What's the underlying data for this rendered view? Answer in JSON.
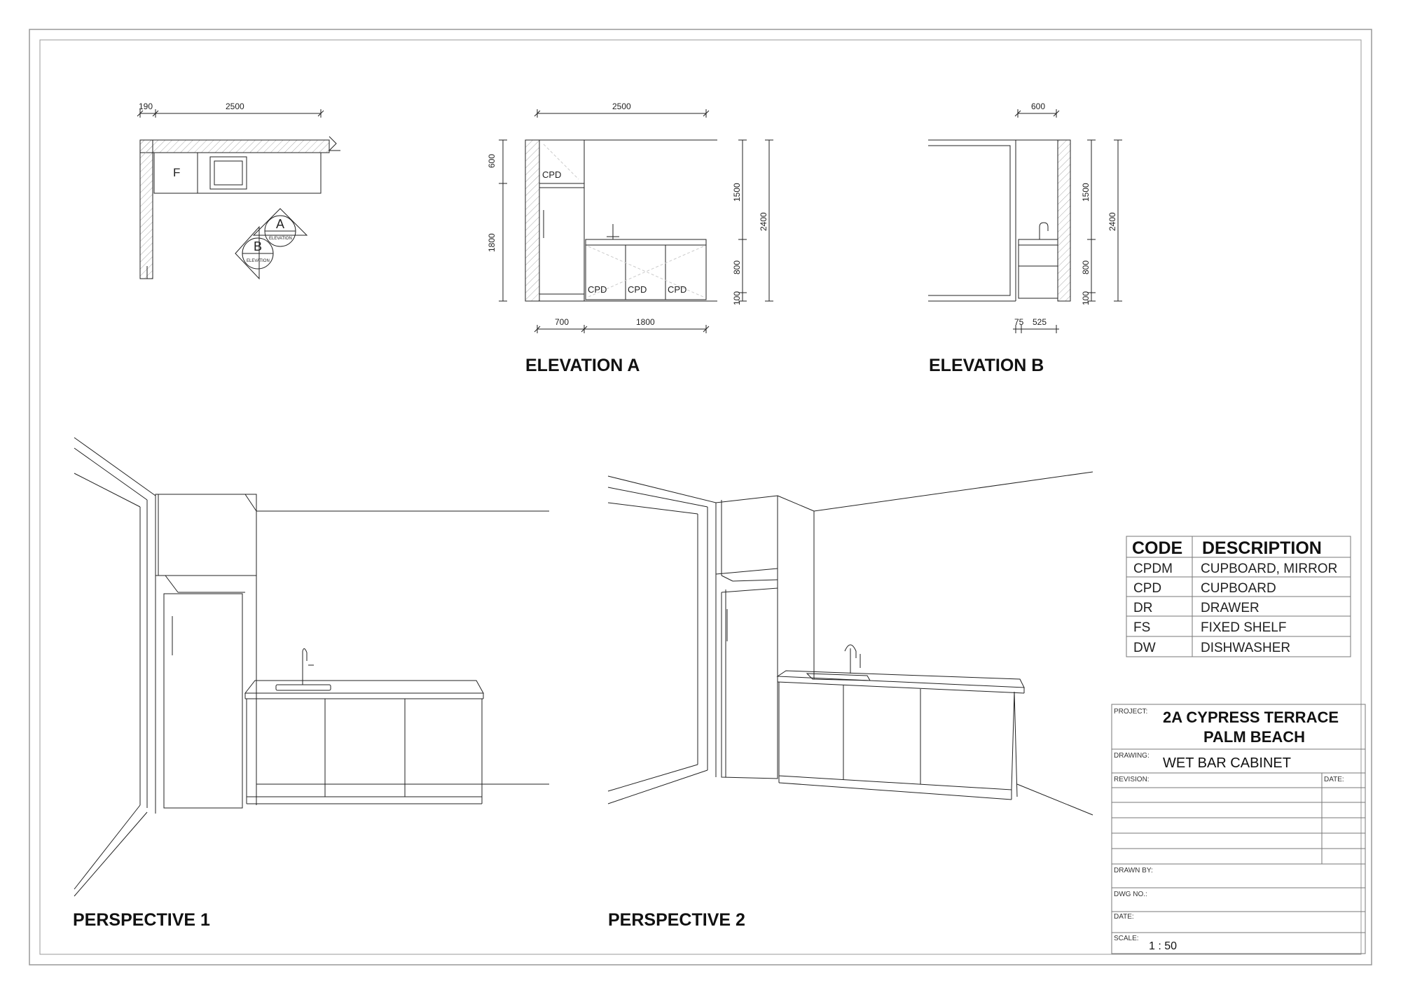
{
  "plan": {
    "dims": {
      "return_width": "190",
      "length": "2500"
    },
    "fridge_label": "F",
    "markers": [
      {
        "letter": "A",
        "caption": "ELEVATION"
      },
      {
        "letter": "B",
        "caption": "ELEVATION"
      }
    ]
  },
  "elevation_a": {
    "title": "ELEVATION A",
    "dims": {
      "top": "2500",
      "upper": "600",
      "lower": "1800",
      "right_top": "1500",
      "right_mid": "800",
      "right_low": "100",
      "overall": "2400",
      "bottom_left": "700",
      "bottom_right": "1800"
    },
    "cabinet_labels": [
      "CPD",
      "CPD",
      "CPD",
      "CPD"
    ]
  },
  "elevation_b": {
    "title": "ELEVATION B",
    "dims": {
      "top": "600",
      "right_top": "1500",
      "right_mid": "800",
      "right_low": "100",
      "overall": "2400",
      "bottom_left": "75",
      "bottom_right": "525"
    }
  },
  "perspectives": [
    {
      "title": "PERSPECTIVE 1"
    },
    {
      "title": "PERSPECTIVE 2"
    }
  ],
  "legend": {
    "headers": [
      "CODE",
      "DESCRIPTION"
    ],
    "rows": [
      {
        "code": "CPDM",
        "desc": "CUPBOARD, MIRROR"
      },
      {
        "code": "CPD",
        "desc": "CUPBOARD"
      },
      {
        "code": "DR",
        "desc": "DRAWER"
      },
      {
        "code": "FS",
        "desc": "FIXED SHELF"
      },
      {
        "code": "DW",
        "desc": "DISHWASHER"
      }
    ]
  },
  "title_block": {
    "project_label": "PROJECT:",
    "project_line1": "2A CYPRESS TERRACE",
    "project_line2": "PALM BEACH",
    "drawing_label": "DRAWING:",
    "drawing_value": "WET BAR CABINET",
    "revision_label": "REVISION:",
    "date_label_rev": "DATE:",
    "drawn_by_label": "DRAWN BY:",
    "dwg_no_label": "DWG NO.:",
    "date_label": "DATE:",
    "scale_label": "SCALE:",
    "scale_value": "1 : 50"
  }
}
